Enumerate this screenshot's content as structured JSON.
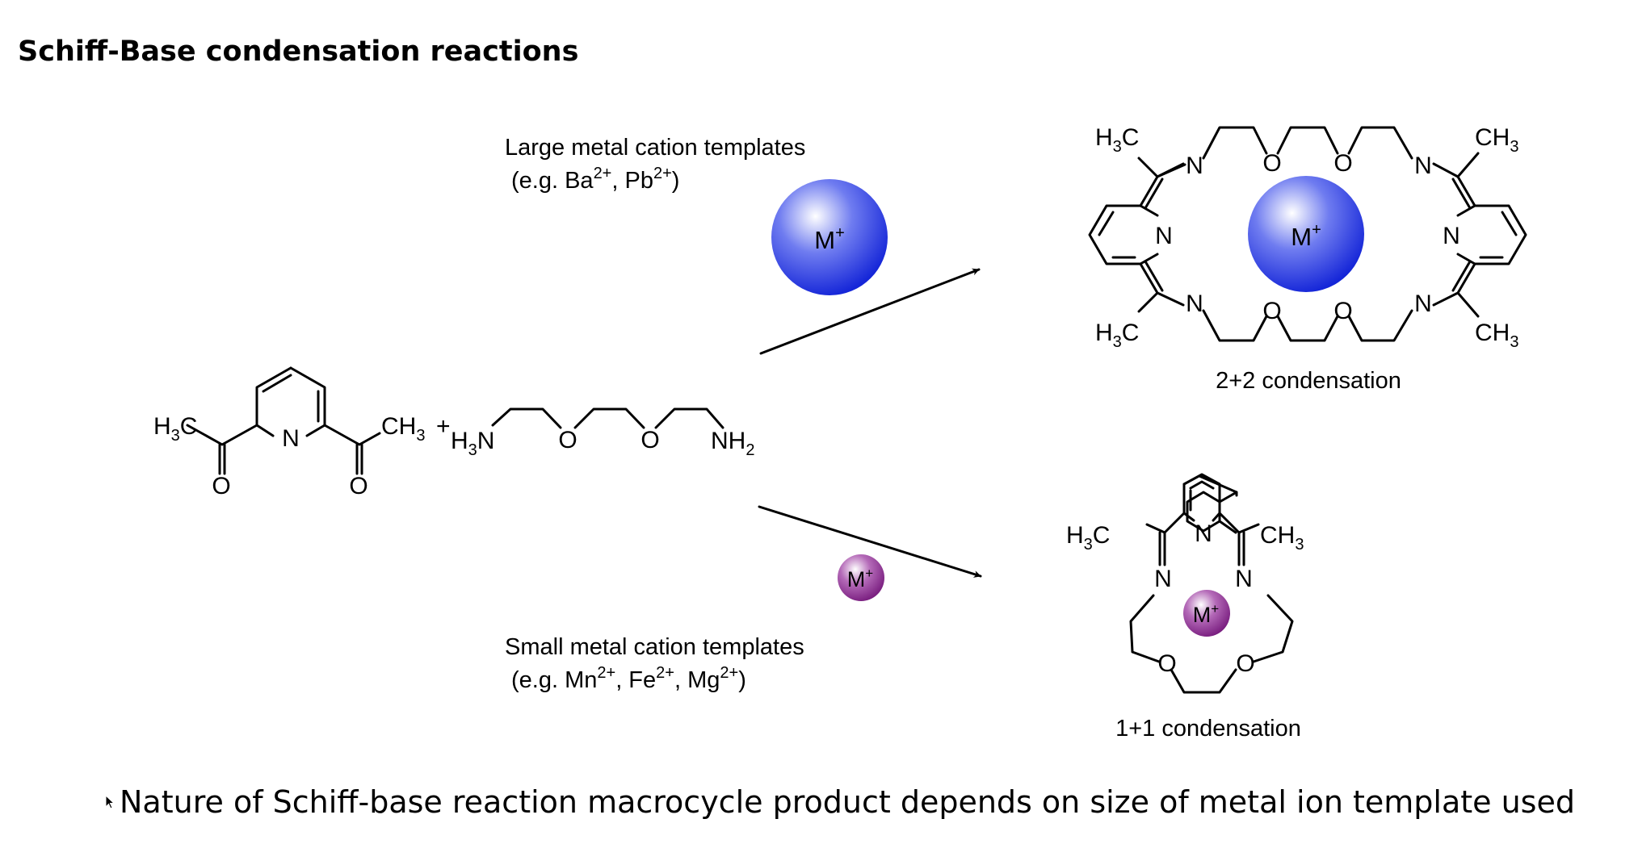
{
  "title": "Schiff-Base condensation reactions",
  "large_template": {
    "line1": "Large metal cation templates",
    "prefix": "(e.g. Ba",
    "charge1": "2+",
    "sep": ", Pb",
    "charge2": "2+",
    "suffix": ")"
  },
  "small_template": {
    "line1": "Small metal cation templates",
    "prefix": "(e.g. Mn",
    "charge1": "2+",
    "sep1": ", Fe",
    "charge2": "2+",
    "sep2": ", Mg",
    "charge3": "2+",
    "suffix": ")"
  },
  "metal_ion": {
    "symbol": "M",
    "charge": "+"
  },
  "atoms": {
    "methyl_left": "H3C",
    "methyl_right": "CH3",
    "nitrogen": "N",
    "oxygen": "O",
    "plus": "+",
    "amine_left": "H3N",
    "amine_right": "NH2"
  },
  "products": {
    "large": "2+2 condensation",
    "small": "1+1 condensation"
  },
  "footer": "Nature of Schiff-base reaction macrocycle product depends on size of metal ion template used",
  "colors": {
    "large_sphere": "#2233e0",
    "small_sphere": "#8a2a8e"
  }
}
